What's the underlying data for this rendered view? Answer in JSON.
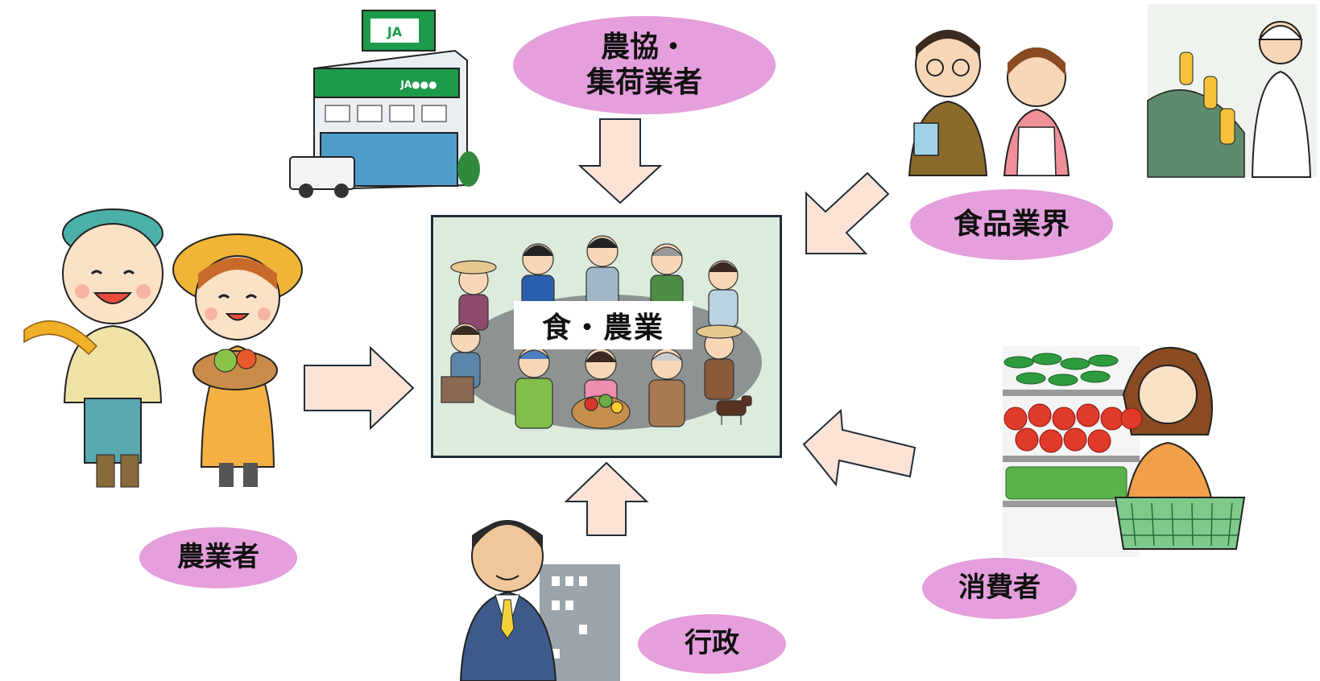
{
  "labels": {
    "ja_collector": "農協・\n集荷業者",
    "food_industry": "食品業界",
    "farmers": "農業者",
    "consumers": "消費者",
    "government": "行政"
  },
  "center": {
    "title": "食・農業"
  },
  "building": {
    "sign_top": "JA",
    "sign_front": "JA●●●"
  },
  "colors": {
    "label_fill": "#e49fdc",
    "arrow_fill": "#fde3d6",
    "arrow_stroke": "#1f2d3a",
    "center_bg": "#dcebdc",
    "ja_green": "#1d9a4a"
  }
}
